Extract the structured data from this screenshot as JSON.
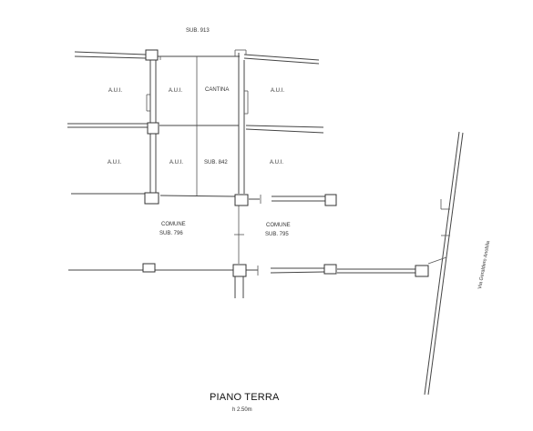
{
  "labels": {
    "sub_913": "SUB. 913",
    "aui_1": "A.U.I.",
    "aui_2": "A.U.I.",
    "cantina": "CANTINA",
    "aui_3": "A.U.I.",
    "aui_4": "A.U.I.",
    "aui_5": "A.U.I.",
    "sub_842": "SUB. 842",
    "aui_6": "A.U.I.",
    "comune_left": "COMUNE",
    "sub_796": "SUB. 796",
    "comune_right": "COMUNE",
    "sub_795": "SUB. 795",
    "street": "Via Geraldero Anobila"
  },
  "title": {
    "main": "PIANO TERRA",
    "height": "h 2.50m"
  }
}
